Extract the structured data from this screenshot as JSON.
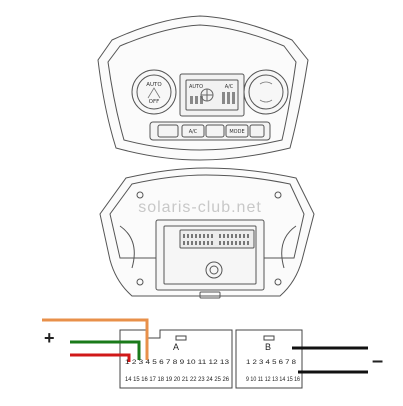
{
  "front_panel": {
    "left_knob_label_top": "AUTO",
    "left_knob_label_bottom": "OFF",
    "display_label_left": "AUTO",
    "display_label_right": "A/C",
    "button_ac": "A/C",
    "button_mode": "MODE"
  },
  "watermark": "solaris-club.net",
  "connector": {
    "section_a_label": "A",
    "section_b_label": "B",
    "top_row_a": "1 2 3 4 5 6 7 8 9 10 11 12 13",
    "bottom_row_a": "14 15 16 17 18 19 20 21 22 23 24 25 26",
    "top_row_b": "1 2 3 4 5 6 7 8",
    "bottom_row_b": "9 10 11 12 13 14 15 16"
  },
  "polarity": {
    "plus": "+",
    "minus": "–"
  },
  "colors": {
    "wire_orange": "#e8904a",
    "wire_green": "#1a7a1a",
    "wire_red": "#d01818",
    "wire_black": "#111111",
    "plus_red": "#d01818"
  }
}
